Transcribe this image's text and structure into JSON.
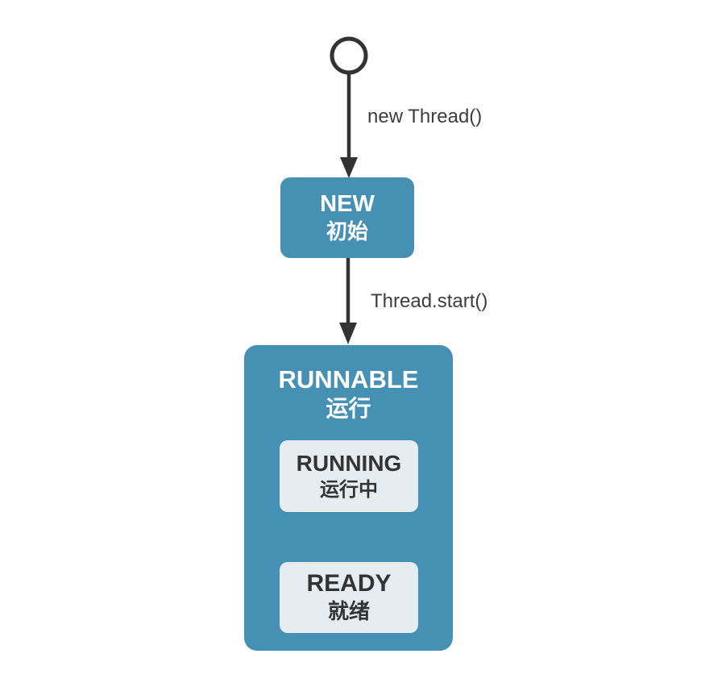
{
  "diagram": {
    "kind": "thread-state-diagram",
    "edges": {
      "new_thread_label": "new Thread()",
      "thread_start_label": "Thread.start()"
    },
    "nodes": {
      "new": {
        "en": "NEW",
        "cn": "初始"
      },
      "runnable": {
        "en": "RUNNABLE",
        "cn": "运行"
      },
      "running": {
        "en": "RUNNING",
        "cn": "运行中"
      },
      "ready": {
        "en": "READY",
        "cn": "就绪"
      }
    },
    "colors": {
      "node_blue": "#4690B4",
      "inner_light": "#E5EDF2",
      "arrow_dark": "#333333",
      "arrow_yellow": "#F5F293",
      "text_white": "#FFFFFF",
      "text_dark": "#333333",
      "label_gray": "#3D3D3D",
      "canvas_bg": "#FFFFFF"
    }
  }
}
